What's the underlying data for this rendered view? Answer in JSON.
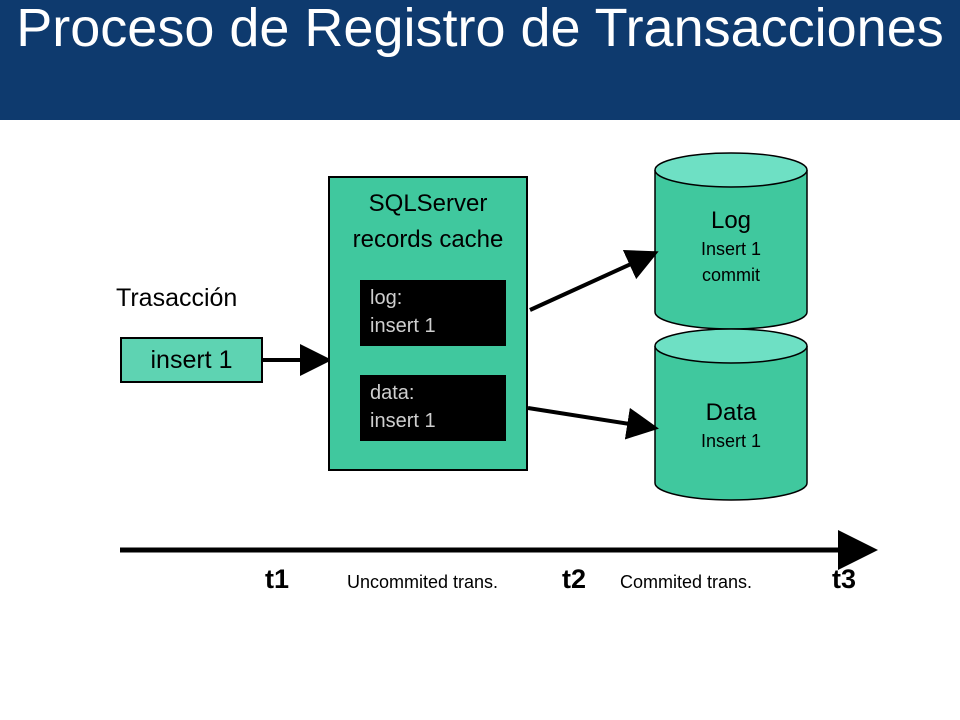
{
  "title": "Proceso de Registro de Transacciones",
  "transaction": {
    "label": "Trasacción",
    "statement": "insert 1"
  },
  "sqlserver": {
    "title_line1": "SQLServer",
    "title_line2": "records cache",
    "log_entry": {
      "line1": "log:",
      "line2": "insert 1"
    },
    "data_entry": {
      "line1": "data:",
      "line2": "insert 1"
    }
  },
  "log_store": {
    "title": "Log",
    "lines": [
      "Insert 1",
      "commit"
    ]
  },
  "data_store": {
    "title": "Data",
    "lines": [
      "Insert 1"
    ]
  },
  "timeline": {
    "t1": "t1",
    "t2": "t2",
    "t3": "t3",
    "phase1": "Uncommited trans.",
    "phase2": "Commited trans."
  },
  "colors": {
    "title_bar": "#0e3a6e",
    "panel_green": "#40c89e",
    "cylinder_top": "#6ee0c4",
    "box_light_green": "#5ed3b2",
    "cache_box": "#000000"
  }
}
